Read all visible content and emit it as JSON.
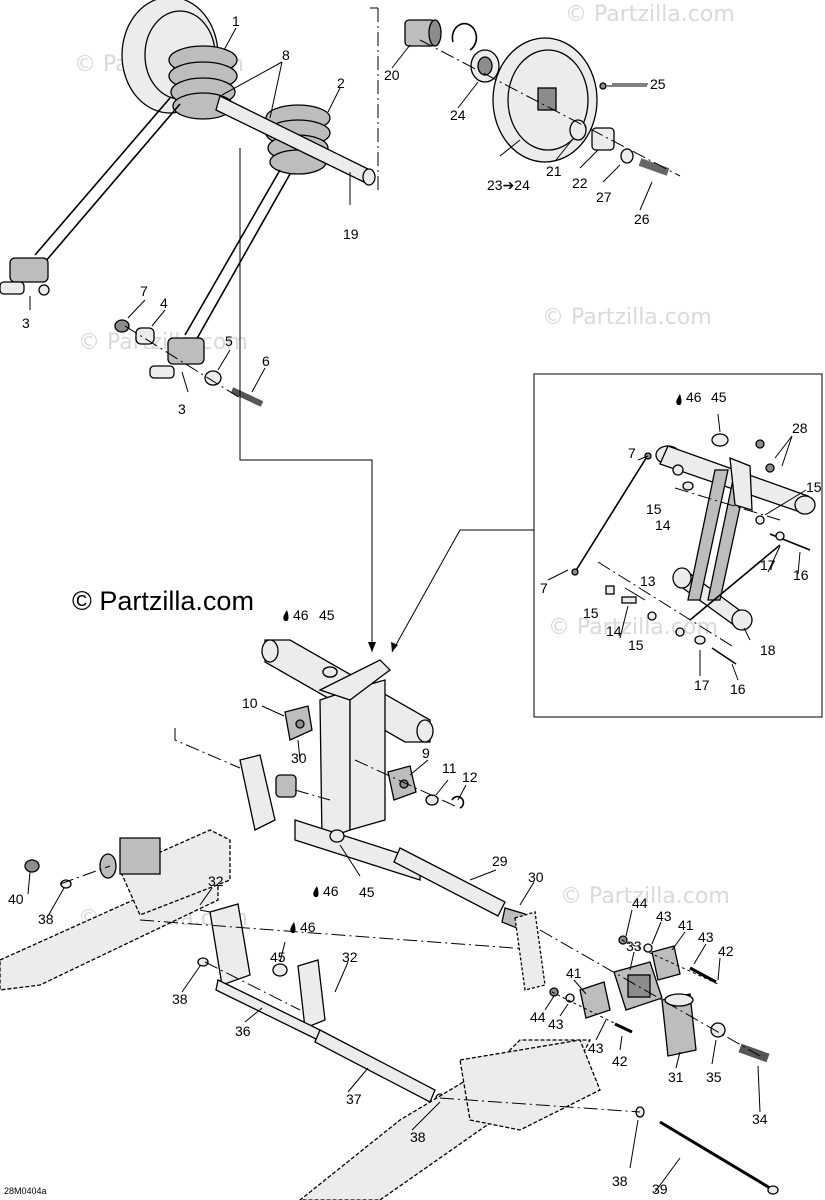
{
  "watermark_text": "© Partzilla.com",
  "credit_text": "© Partzilla.com",
  "diagram_code": "28M0404a",
  "callouts": [
    "1",
    "2",
    "3",
    "3",
    "4",
    "5",
    "6",
    "7",
    "8",
    "19",
    "20",
    "21",
    "22",
    "23➔24",
    "24",
    "25",
    "26",
    "27",
    "28",
    "15",
    "7",
    "15",
    "14",
    "17",
    "16",
    "13",
    "7",
    "15",
    "14",
    "15",
    "17",
    "16",
    "18",
    "46",
    "45",
    "46",
    "45",
    "10",
    "9",
    "11",
    "12",
    "30",
    "29",
    "30",
    "40",
    "38",
    "32",
    "46",
    "45",
    "46",
    "45",
    "32",
    "36",
    "38",
    "37",
    "38",
    "44",
    "43",
    "41",
    "43",
    "42",
    "33",
    "41",
    "44",
    "43",
    "43",
    "42",
    "31",
    "35",
    "34",
    "38",
    "39"
  ],
  "drop_icon_name": "oil-drop-icon",
  "colors": {
    "part_fill": "#bdbdbd",
    "part_light": "#ececec",
    "line": "#000000",
    "watermark": "#d9d9d9"
  }
}
